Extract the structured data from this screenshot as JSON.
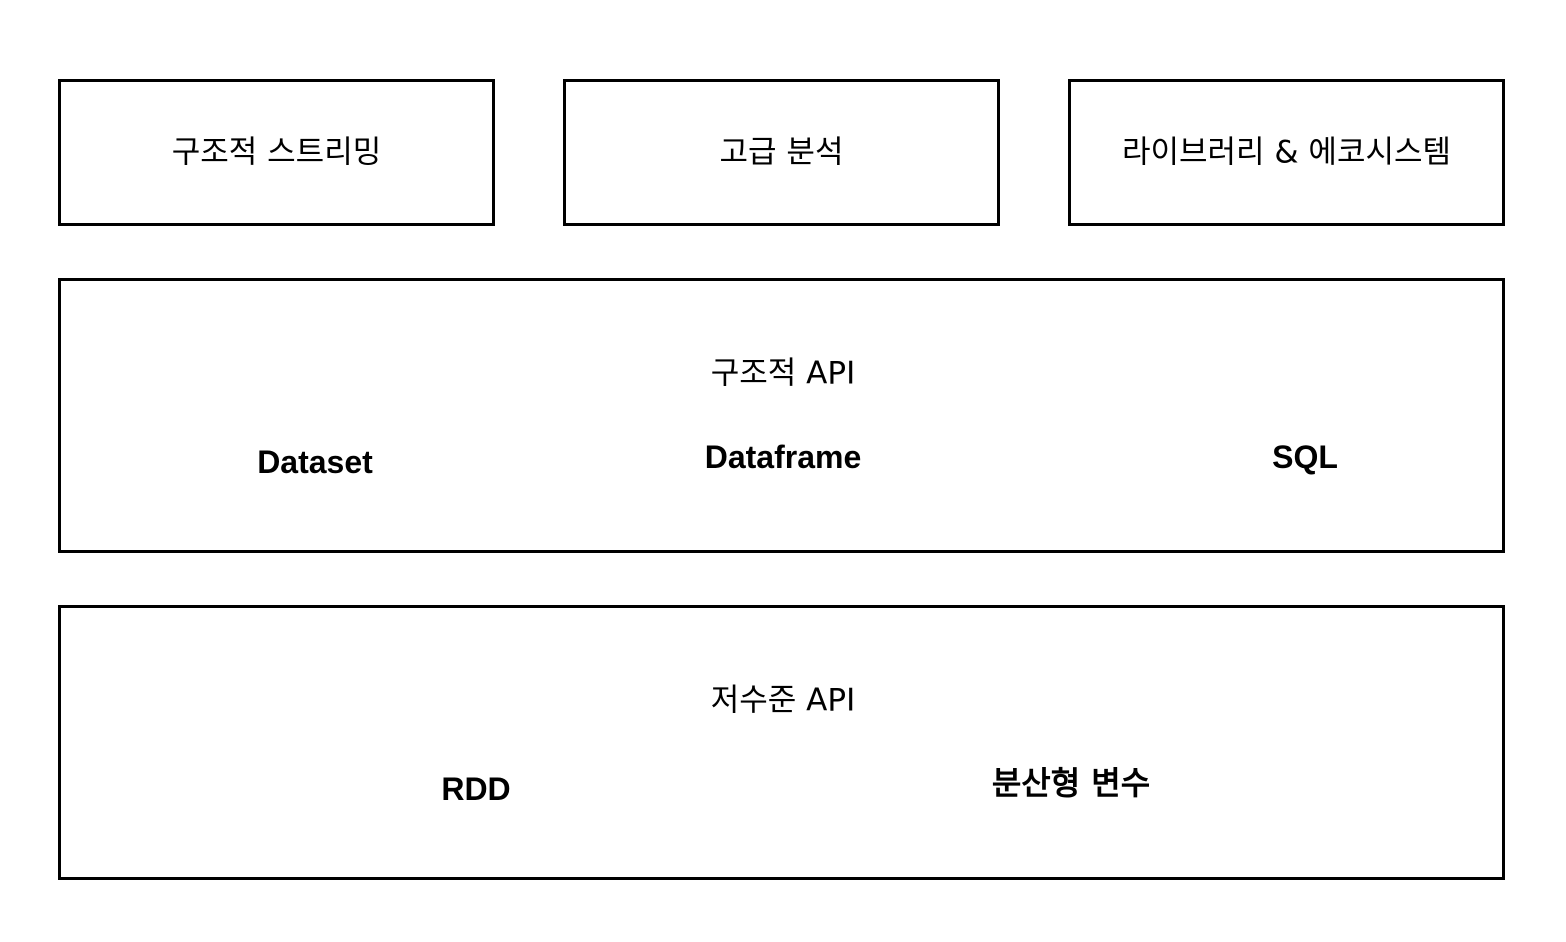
{
  "top_row": [
    {
      "label": "구조적 스트리밍"
    },
    {
      "label": "고급 분석"
    },
    {
      "label": "라이브러리 & 에코시스템"
    }
  ],
  "structured_api": {
    "title": "구조적 API",
    "items": [
      "Dataset",
      "Dataframe",
      "SQL"
    ]
  },
  "low_level_api": {
    "title": "저수준 API",
    "items": [
      "RDD",
      "분산형 변수"
    ]
  },
  "colors": {
    "border": "#000000",
    "background": "#ffffff",
    "text": "#000000"
  }
}
